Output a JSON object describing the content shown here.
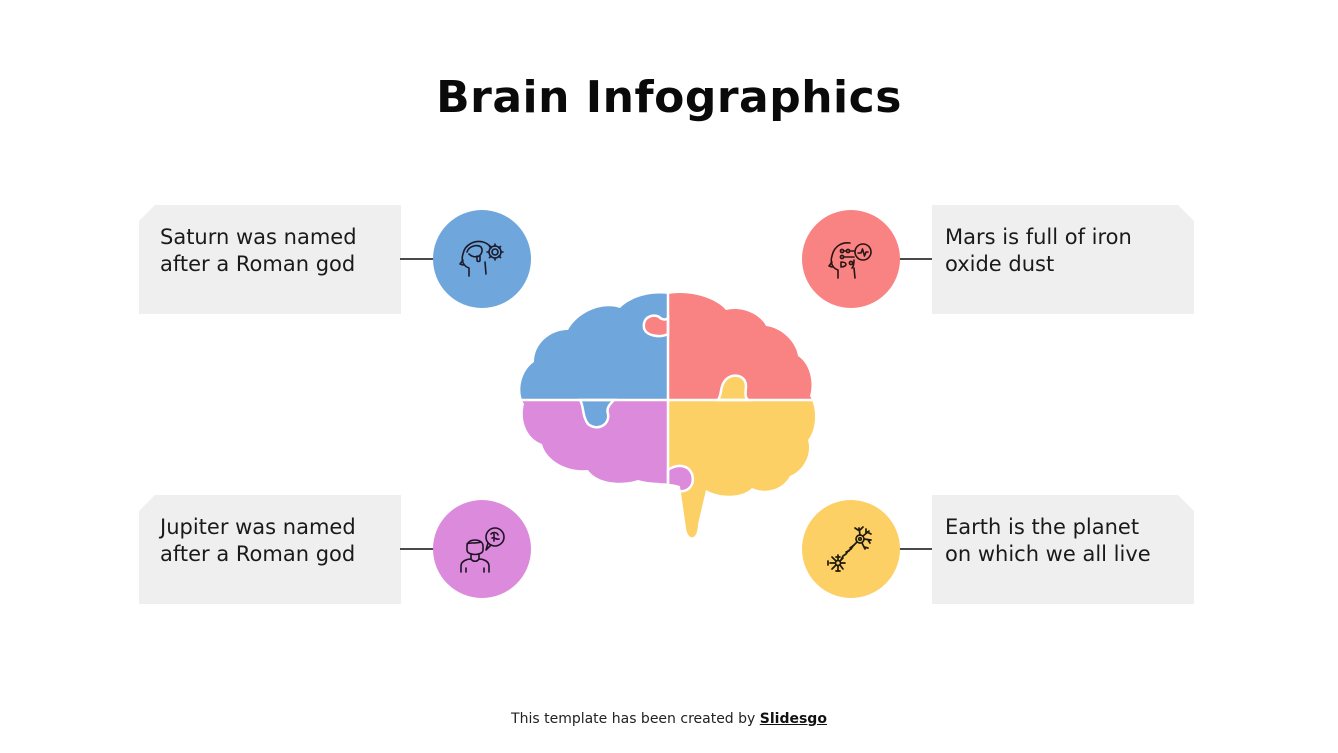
{
  "title": "Brain Infographics",
  "items": [
    {
      "position": "top-left",
      "text": "Saturn was named after a Roman god",
      "line1": "Saturn was named",
      "line2": "after a Roman god",
      "color": "#6fa6dc",
      "icon": "head-gear-icon"
    },
    {
      "position": "top-right",
      "text": "Mars is full of iron oxide dust",
      "line1": "Mars is full of iron",
      "line2": "oxide dust",
      "color": "#f98383",
      "icon": "ai-head-icon"
    },
    {
      "position": "bottom-left",
      "text": "Jupiter was named after a Roman god",
      "line1": "Jupiter was named",
      "line2": "after a Roman god",
      "color": "#dc8adc",
      "icon": "person-brain-bubble-icon"
    },
    {
      "position": "bottom-right",
      "text": "Earth is the planet on which we all live",
      "line1": "Earth is the planet",
      "line2": "on which we all live",
      "color": "#fdd066",
      "icon": "neuron-icon"
    }
  ],
  "brain": {
    "pieces": [
      {
        "name": "top-left",
        "color": "#6fa6dc"
      },
      {
        "name": "top-right",
        "color": "#f98383"
      },
      {
        "name": "bottom-left",
        "color": "#dc8adc"
      },
      {
        "name": "bottom-right",
        "color": "#fdd066"
      }
    ]
  },
  "footer": {
    "text": "This template has been created by ",
    "link": "Slidesgo"
  }
}
